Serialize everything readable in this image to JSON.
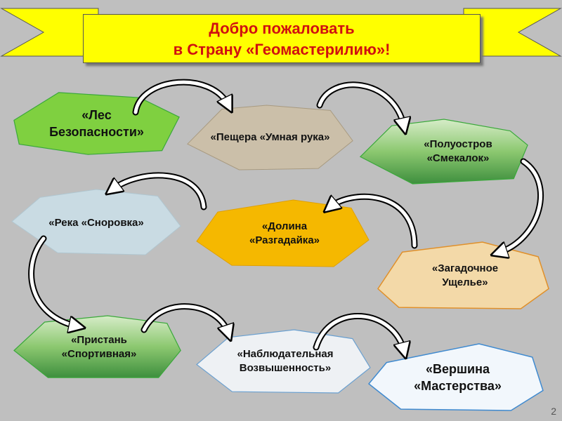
{
  "title": {
    "line1": "Добро пожаловать",
    "line2": "в Страну «Геомастерилию»!"
  },
  "stations": [
    {
      "line1": "«Лес",
      "line2": "Безопасности»"
    },
    {
      "line1": "«Пещера «Умная рука»",
      "line2": ""
    },
    {
      "line1": "«Полуостров",
      "line2": "«Смекалок»"
    },
    {
      "line1": "«Река «Сноровка»",
      "line2": ""
    },
    {
      "line1": "«Долина",
      "line2": "«Разгадайка»"
    },
    {
      "line1": "«Загадочное",
      "line2": "Ущелье»"
    },
    {
      "line1": "«Пристань",
      "line2": "«Спортивная»"
    },
    {
      "line1": "«Наблюдательная",
      "line2": "Возвышенность»"
    },
    {
      "line1": "«Вершина",
      "line2": "«Мастерства»"
    }
  ],
  "page_number": "2"
}
